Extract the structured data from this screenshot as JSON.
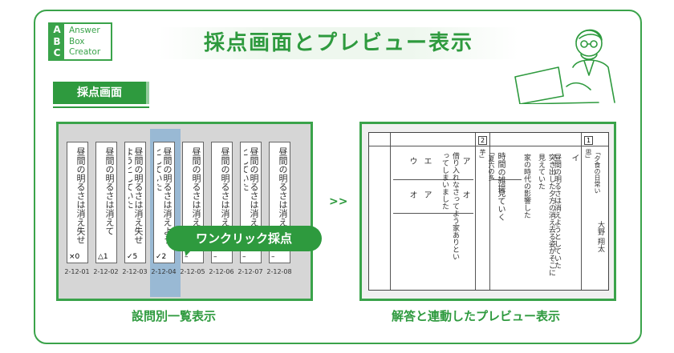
{
  "logo": {
    "letters": [
      "A",
      "B",
      "C"
    ],
    "words": [
      "Answer",
      "Box",
      "Creator"
    ]
  },
  "title": "採点画面とプレビュー表示",
  "section_label": "採点画面",
  "strips": [
    {
      "id": "2-12-01",
      "text": "昼間の明るさは消え失せ",
      "mark": "×0"
    },
    {
      "id": "2-12-02",
      "text": "昼間の明るさは消えて",
      "mark": "△1"
    },
    {
      "id": "2-12-03",
      "text": "昼間の明るさは消え失せようとしていた",
      "mark": "✓5"
    },
    {
      "id": "2-12-04",
      "text": "昼間の明るさは消えようとしていた",
      "mark": "✓2"
    },
    {
      "id": "2-12-05",
      "text": "昼間の明るさは消えて",
      "mark": "–"
    },
    {
      "id": "2-12-06",
      "text": "昼間の明るさは消えて",
      "mark": "–"
    },
    {
      "id": "2-12-07",
      "text": "昼間の明るさは消えようとしていた",
      "mark": "–"
    },
    {
      "id": "2-12-08",
      "text": "昼間の明るさは消え",
      "mark": "–"
    }
  ],
  "bubble": "ワンクリック採点",
  "arrows": ">>",
  "captions": {
    "left": "設問別一覧表示",
    "right": "解答と連動したプレビュー表示"
  },
  "preview": {
    "section_num_2": "2",
    "section_num_1": "1",
    "heading_2": "「夏六の多芋」",
    "heading_1": "「夕食の日常い思」",
    "answers_2": [
      "ウ",
      "エ",
      "ア",
      "オ",
      "ア",
      "オ"
    ],
    "long_2": "借り入れなさってよう家ありといってしまいました",
    "short_a": "時間の雑提",
    "short_b": "見ていく",
    "answer_1_a": "イ",
    "answer_1_b": "昼間の明るさは消えようとしていた",
    "answer_1_c": "突き出した夕方の消え去る姿がそこに見えていた",
    "answer_1_d": "家の時代の影響した",
    "name": "大野 翔太"
  }
}
